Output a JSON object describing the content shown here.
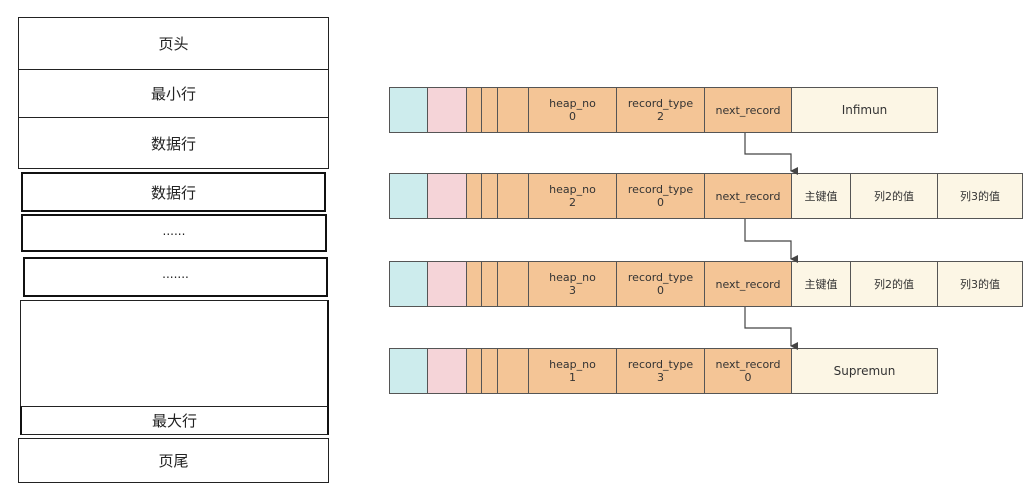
{
  "page_layout": {
    "header": "页头",
    "min_row": "最小行",
    "data_row_1": "数据行",
    "data_row_2": "数据行",
    "ellipsis_1": "......",
    "ellipsis_2": ".......",
    "max_row": "最大行",
    "trailer": "页尾"
  },
  "records": [
    {
      "heap_no_label": "heap_no",
      "heap_no": "0",
      "record_type_label": "record_type",
      "record_type": "2",
      "next_record_label": "next_record",
      "next_record": "",
      "content": [
        "Infimun"
      ]
    },
    {
      "heap_no_label": "heap_no",
      "heap_no": "2",
      "record_type_label": "record_type",
      "record_type": "0",
      "next_record_label": "next_record",
      "next_record": "",
      "content": [
        "主键值",
        "列2的值",
        "列3的值"
      ]
    },
    {
      "heap_no_label": "heap_no",
      "heap_no": "3",
      "record_type_label": "record_type",
      "record_type": "0",
      "next_record_label": "next_record",
      "next_record": "",
      "content": [
        "主键值",
        "列2的值",
        "列3的值"
      ]
    },
    {
      "heap_no_label": "heap_no",
      "heap_no": "1",
      "record_type_label": "record_type",
      "record_type": "3",
      "next_record_label": "next_record",
      "next_record": "0",
      "content": [
        "Supremun"
      ]
    }
  ],
  "colors": {
    "teal": "#cdeced",
    "pink": "#f5d4d8",
    "orange": "#f4c596",
    "cream": "#fcf6e5"
  }
}
